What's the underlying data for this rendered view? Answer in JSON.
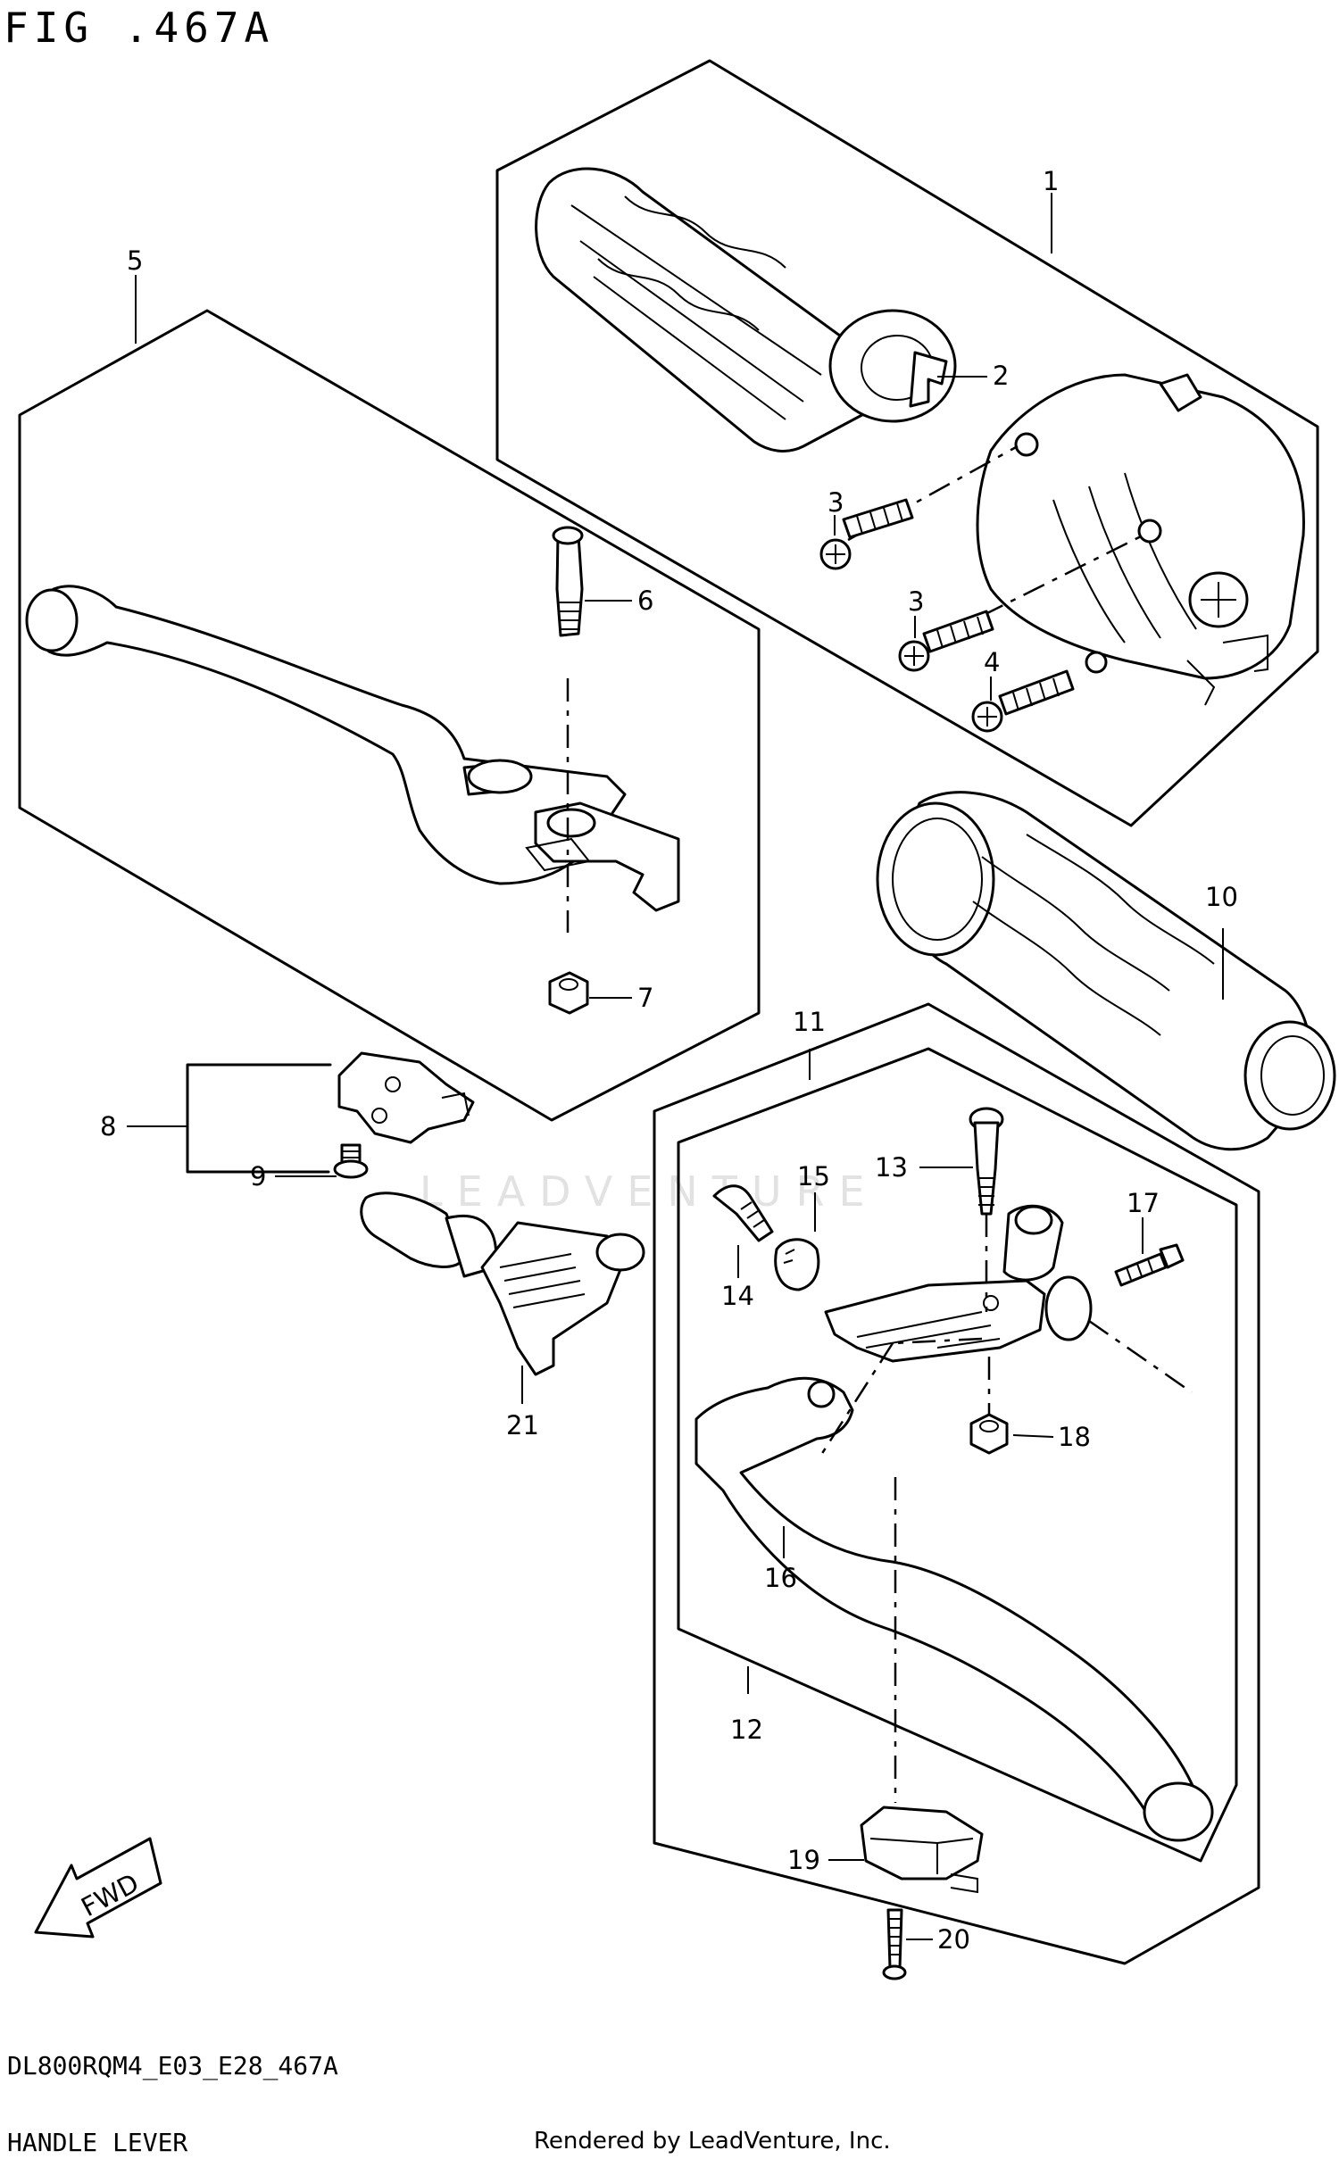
{
  "figure": {
    "title": "FIG .467A",
    "model_code": "DL800RQM4_E03_E28_467A",
    "section_name": "HANDLE LEVER",
    "credit": "Rendered by LeadVenture, Inc.",
    "watermark": "LEADVENTURE",
    "direction_label": "FWD"
  },
  "callouts": {
    "c1": "1",
    "c2": "2",
    "c3a": "3",
    "c3b": "3",
    "c4": "4",
    "c5": "5",
    "c6": "6",
    "c7": "7",
    "c8": "8",
    "c9": "9",
    "c10": "10",
    "c11": "11",
    "c12": "12",
    "c13": "13",
    "c14": "14",
    "c15": "15",
    "c16": "16",
    "c17": "17",
    "c18": "18",
    "c19": "19",
    "c20": "20",
    "c21": "21"
  }
}
